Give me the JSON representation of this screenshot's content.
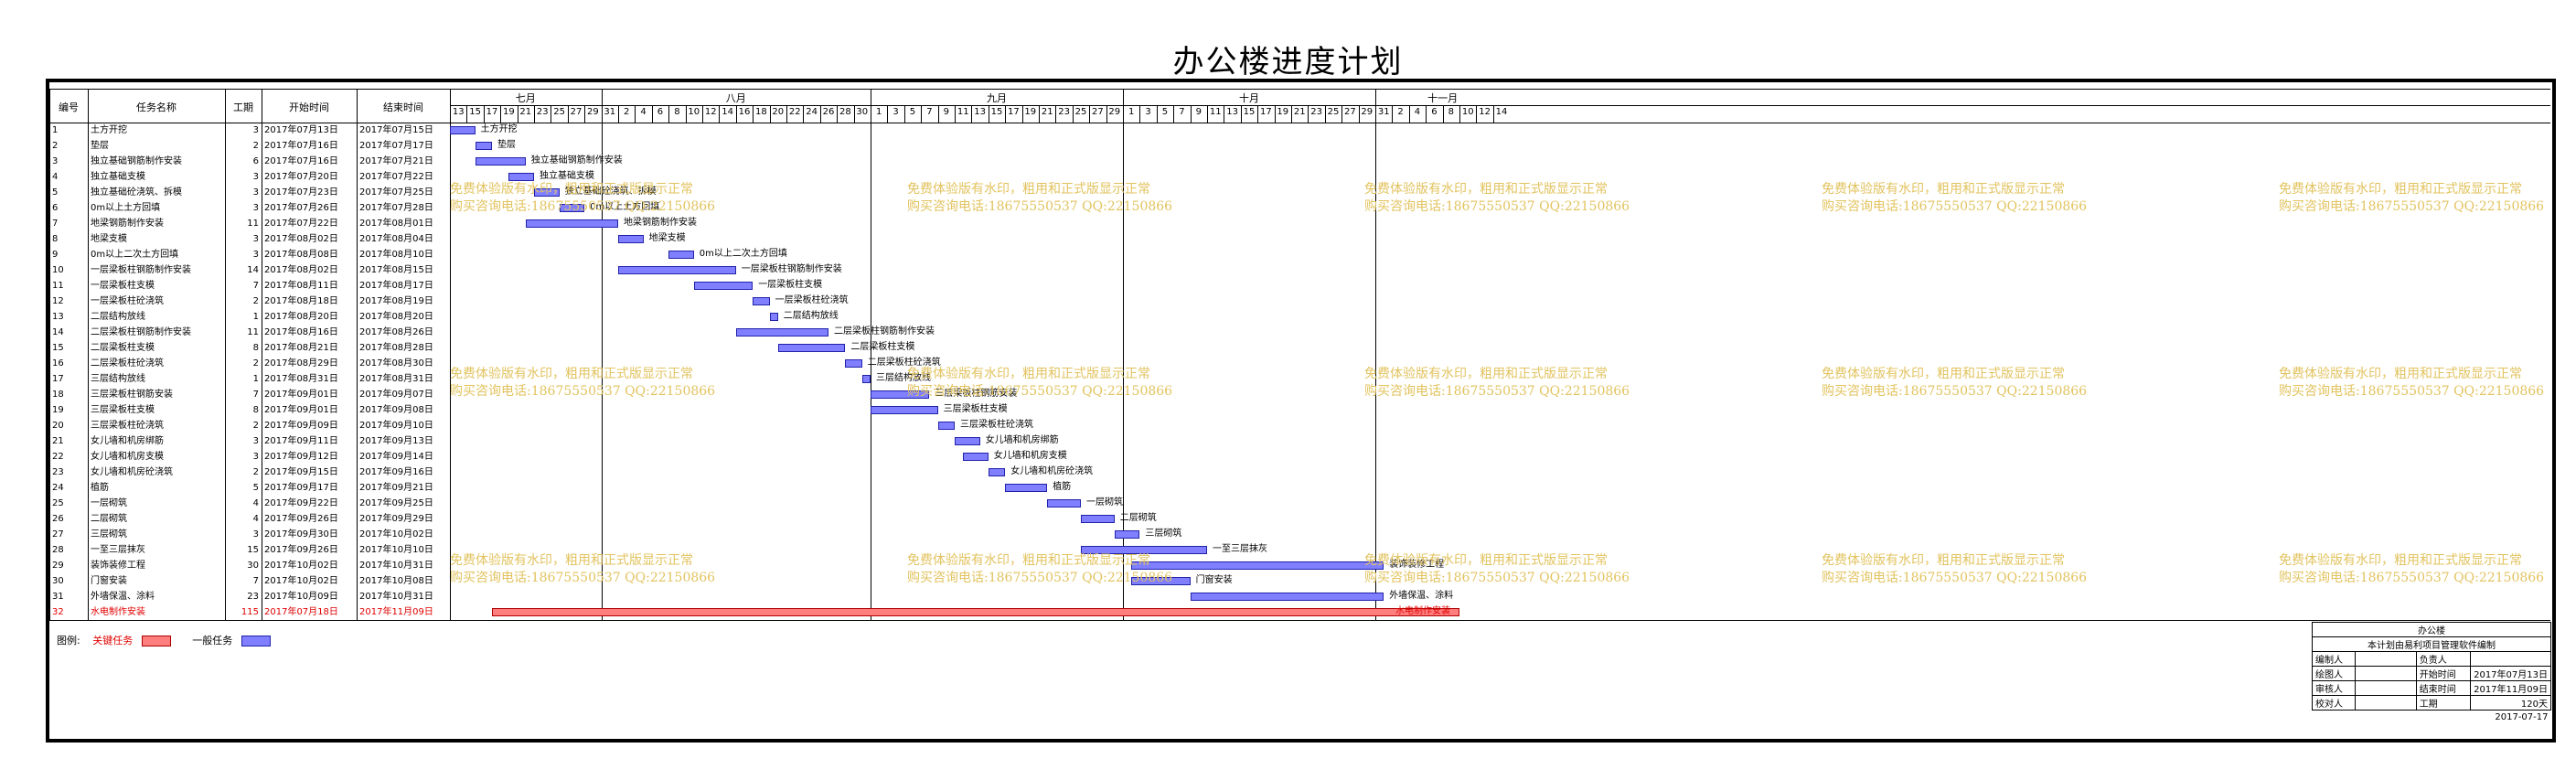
{
  "title": "办公楼进度计划",
  "columns": {
    "id": "编号",
    "name": "任务名称",
    "duration": "工期",
    "start": "开始时间",
    "end": "结束时间"
  },
  "months": [
    {
      "label": "七月",
      "days": [
        "13",
        "15",
        "17",
        "19",
        "21",
        "23",
        "25",
        "27",
        "29"
      ]
    },
    {
      "label": "八月",
      "days": [
        "31",
        "2",
        "4",
        "6",
        "8",
        "10",
        "12",
        "14",
        "16",
        "18",
        "20",
        "22",
        "24",
        "26",
        "28",
        "30"
      ]
    },
    {
      "label": "九月",
      "days": [
        "1",
        "3",
        "5",
        "7",
        "9",
        "11",
        "13",
        "15",
        "17",
        "19",
        "21",
        "23",
        "25",
        "27",
        "29"
      ]
    },
    {
      "label": "十月",
      "days": [
        "1",
        "3",
        "5",
        "7",
        "9",
        "11",
        "13",
        "15",
        "17",
        "19",
        "21",
        "23",
        "25",
        "27",
        "29"
      ]
    },
    {
      "label": "十一月",
      "days": [
        "31",
        "2",
        "4",
        "6",
        "8",
        "10",
        "12",
        "14"
      ]
    }
  ],
  "tasks": [
    {
      "id": "1",
      "name": "土方开挖",
      "duration": "3",
      "start": "2017年07月13日",
      "end": "2017年07月15日",
      "s": 0,
      "e": 3,
      "crit": false
    },
    {
      "id": "2",
      "name": "垫层",
      "duration": "2",
      "start": "2017年07月16日",
      "end": "2017年07月17日",
      "s": 3,
      "e": 5,
      "crit": false
    },
    {
      "id": "3",
      "name": "独立基础钢筋制作安装",
      "duration": "6",
      "start": "2017年07月16日",
      "end": "2017年07月21日",
      "s": 3,
      "e": 9,
      "crit": false
    },
    {
      "id": "4",
      "name": "独立基础支模",
      "duration": "3",
      "start": "2017年07月20日",
      "end": "2017年07月22日",
      "s": 7,
      "e": 10,
      "crit": false
    },
    {
      "id": "5",
      "name": "独立基础砼浇筑、拆模",
      "duration": "3",
      "start": "2017年07月23日",
      "end": "2017年07月25日",
      "s": 10,
      "e": 13,
      "crit": false
    },
    {
      "id": "6",
      "name": "0m以上土方回填",
      "duration": "3",
      "start": "2017年07月26日",
      "end": "2017年07月28日",
      "s": 13,
      "e": 16,
      "crit": false
    },
    {
      "id": "7",
      "name": "地梁钢筋制作安装",
      "duration": "11",
      "start": "2017年07月22日",
      "end": "2017年08月01日",
      "s": 9,
      "e": 20,
      "crit": false
    },
    {
      "id": "8",
      "name": "地梁支模",
      "duration": "3",
      "start": "2017年08月02日",
      "end": "2017年08月04日",
      "s": 20,
      "e": 23,
      "crit": false
    },
    {
      "id": "9",
      "name": "0m以上二次土方回填",
      "duration": "3",
      "start": "2017年08月08日",
      "end": "2017年08月10日",
      "s": 26,
      "e": 29,
      "crit": false
    },
    {
      "id": "10",
      "name": "一层梁板柱钢筋制作安装",
      "duration": "14",
      "start": "2017年08月02日",
      "end": "2017年08月15日",
      "s": 20,
      "e": 34,
      "crit": false
    },
    {
      "id": "11",
      "name": "一层梁板柱支模",
      "duration": "7",
      "start": "2017年08月11日",
      "end": "2017年08月17日",
      "s": 29,
      "e": 36,
      "crit": false
    },
    {
      "id": "12",
      "name": "一层梁板柱砼浇筑",
      "duration": "2",
      "start": "2017年08月18日",
      "end": "2017年08月19日",
      "s": 36,
      "e": 38,
      "crit": false
    },
    {
      "id": "13",
      "name": "二层结构放线",
      "duration": "1",
      "start": "2017年08月20日",
      "end": "2017年08月20日",
      "s": 38,
      "e": 39,
      "crit": false
    },
    {
      "id": "14",
      "name": "二层梁板柱钢筋制作安装",
      "duration": "11",
      "start": "2017年08月16日",
      "end": "2017年08月26日",
      "s": 34,
      "e": 45,
      "crit": false
    },
    {
      "id": "15",
      "name": "二层梁板柱支模",
      "duration": "8",
      "start": "2017年08月21日",
      "end": "2017年08月28日",
      "s": 39,
      "e": 47,
      "crit": false
    },
    {
      "id": "16",
      "name": "二层梁板柱砼浇筑",
      "duration": "2",
      "start": "2017年08月29日",
      "end": "2017年08月30日",
      "s": 47,
      "e": 49,
      "crit": false
    },
    {
      "id": "17",
      "name": "三层结构放线",
      "duration": "1",
      "start": "2017年08月31日",
      "end": "2017年08月31日",
      "s": 49,
      "e": 50,
      "crit": false
    },
    {
      "id": "18",
      "name": "三层梁板柱钢筋安装",
      "duration": "7",
      "start": "2017年09月01日",
      "end": "2017年09月07日",
      "s": 50,
      "e": 57,
      "crit": false
    },
    {
      "id": "19",
      "name": "三层梁板柱支模",
      "duration": "8",
      "start": "2017年09月01日",
      "end": "2017年09月08日",
      "s": 50,
      "e": 58,
      "crit": false
    },
    {
      "id": "20",
      "name": "三层梁板柱砼浇筑",
      "duration": "2",
      "start": "2017年09月09日",
      "end": "2017年09月10日",
      "s": 58,
      "e": 60,
      "crit": false
    },
    {
      "id": "21",
      "name": "女儿墙和机房绑筋",
      "duration": "3",
      "start": "2017年09月11日",
      "end": "2017年09月13日",
      "s": 60,
      "e": 63,
      "crit": false
    },
    {
      "id": "22",
      "name": "女儿墙和机房支模",
      "duration": "3",
      "start": "2017年09月12日",
      "end": "2017年09月14日",
      "s": 61,
      "e": 64,
      "crit": false
    },
    {
      "id": "23",
      "name": "女儿墙和机房砼浇筑",
      "duration": "2",
      "start": "2017年09月15日",
      "end": "2017年09月16日",
      "s": 64,
      "e": 66,
      "crit": false
    },
    {
      "id": "24",
      "name": "植筋",
      "duration": "5",
      "start": "2017年09月17日",
      "end": "2017年09月21日",
      "s": 66,
      "e": 71,
      "crit": false
    },
    {
      "id": "25",
      "name": "一层砌筑",
      "duration": "4",
      "start": "2017年09月22日",
      "end": "2017年09月25日",
      "s": 71,
      "e": 75,
      "crit": false
    },
    {
      "id": "26",
      "name": "二层砌筑",
      "duration": "4",
      "start": "2017年09月26日",
      "end": "2017年09月29日",
      "s": 75,
      "e": 79,
      "crit": false
    },
    {
      "id": "27",
      "name": "三层砌筑",
      "duration": "3",
      "start": "2017年09月30日",
      "end": "2017年10月02日",
      "s": 79,
      "e": 82,
      "crit": false
    },
    {
      "id": "28",
      "name": "一至三层抹灰",
      "duration": "15",
      "start": "2017年09月26日",
      "end": "2017年10月10日",
      "s": 75,
      "e": 90,
      "crit": false
    },
    {
      "id": "29",
      "name": "装饰装修工程",
      "duration": "30",
      "start": "2017年10月02日",
      "end": "2017年10月31日",
      "s": 81,
      "e": 111,
      "crit": false
    },
    {
      "id": "30",
      "name": "门窗安装",
      "duration": "7",
      "start": "2017年10月02日",
      "end": "2017年10月08日",
      "s": 81,
      "e": 88,
      "crit": false
    },
    {
      "id": "31",
      "name": "外墙保温、涂料",
      "duration": "23",
      "start": "2017年10月09日",
      "end": "2017年10月31日",
      "s": 88,
      "e": 111,
      "crit": false
    },
    {
      "id": "32",
      "name": "水电制作安装",
      "duration": "115",
      "start": "2017年07月18日",
      "end": "2017年11月09日",
      "s": 5,
      "e": 120,
      "crit": true
    }
  ],
  "watermark": {
    "line1": "免费体验版有水印，粗用和正式版显示正常",
    "line2": "购买咨询电话:18675550537 QQ:22150866"
  },
  "legend": {
    "label": "图例:",
    "critical": "关键任务",
    "normal": "一般任务",
    "critical_color": "#ff7f7f",
    "normal_color": "#7f7fff"
  },
  "info": {
    "project": "办公楼",
    "software": "本计划由易利项目管理软件编制",
    "row1": [
      "编制人",
      "",
      "负责人",
      ""
    ],
    "row2": [
      "绘图人",
      "",
      "开始时间",
      "2017年07月13日"
    ],
    "row3": [
      "审核人",
      "",
      "结束时间",
      "2017年11月09日"
    ],
    "row4": [
      "校对人",
      "",
      "工期",
      "120天"
    ],
    "date": "2017-07-17"
  }
}
